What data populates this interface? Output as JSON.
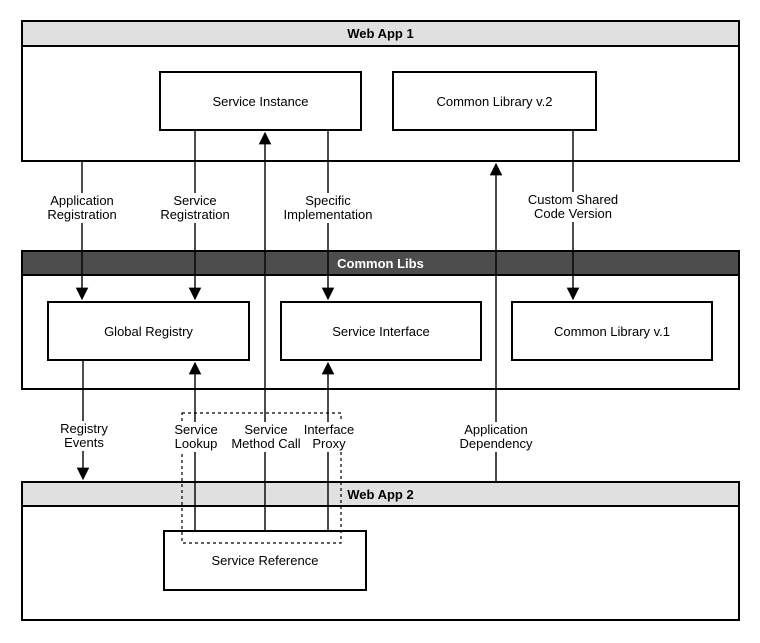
{
  "containers": {
    "webapp1": {
      "title": "Web App 1"
    },
    "commonlibs": {
      "title": "Common Libs"
    },
    "webapp2": {
      "title": "Web App 2"
    }
  },
  "nodes": {
    "service_instance": {
      "label": "Service Instance",
      "parent": "Web App 1"
    },
    "common_library_v2": {
      "label": "Common Library v.2",
      "parent": "Web App 1"
    },
    "global_registry": {
      "label": "Global Registry",
      "parent": "Common Libs"
    },
    "service_interface": {
      "label": "Service Interface",
      "parent": "Common Libs"
    },
    "common_library_v1": {
      "label": "Common Library v.1",
      "parent": "Common Libs"
    },
    "service_reference": {
      "label": "Service Reference",
      "parent": "Web App 2"
    }
  },
  "edges": {
    "application_registration": {
      "label": "Application\nRegistration",
      "from": "Web App 1",
      "to": "Global Registry"
    },
    "service_registration": {
      "label": "Service\nRegistration",
      "from": "Service Instance",
      "to": "Global Registry"
    },
    "specific_implementation": {
      "label": "Specific\nImplementation",
      "from": "Service Instance",
      "to": "Service Interface"
    },
    "custom_shared_code_version": {
      "label": "Custom Shared\nCode Version",
      "from": "Common Library v.2",
      "to": "Common Library v.1"
    },
    "registry_events": {
      "label": "Registry\nEvents",
      "from": "Global Registry",
      "to": "Web App 2"
    },
    "service_lookup": {
      "label": "Service\nLookup",
      "from": "Service Reference",
      "to": "Global Registry"
    },
    "service_method_call": {
      "label": "Service\nMethod Call",
      "from": "Service Reference",
      "to": "Service Instance"
    },
    "interface_proxy": {
      "label": "Interface\nProxy",
      "from": "Service Reference",
      "to": "Service Interface"
    },
    "application_dependency": {
      "label": "Application\nDependency",
      "from": "Web App 2",
      "to": "Web App 1"
    }
  },
  "colors": {
    "background": "#ffffff",
    "header_light_fill": "#e0e0e0",
    "header_dark_fill": "#4d4d4d",
    "header_light_text": "#000000",
    "header_dark_text": "#ffffff",
    "border": "#000000",
    "connector": "#000000"
  }
}
